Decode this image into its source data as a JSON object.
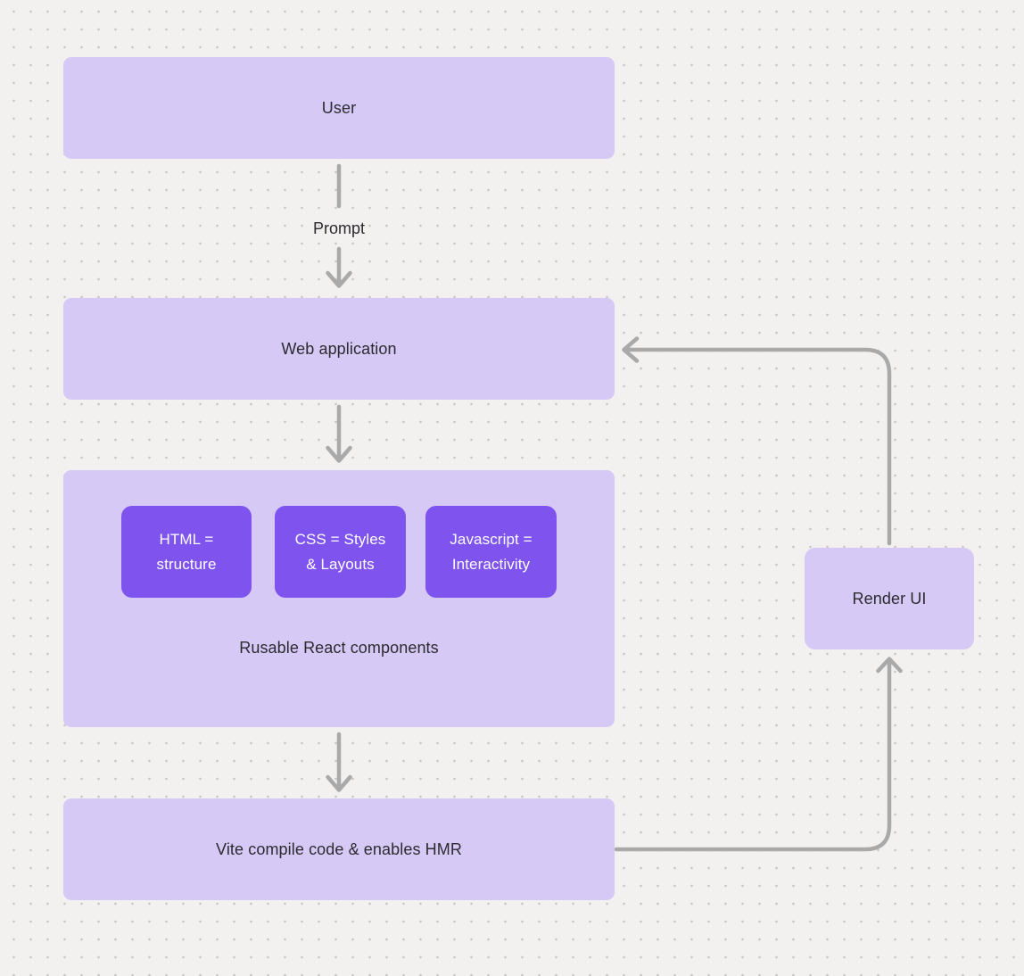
{
  "diagram": {
    "nodes": {
      "user": {
        "label": "User"
      },
      "web_application": {
        "label": "Web application"
      },
      "components_group": {
        "caption": "Rusable React components",
        "children": [
          {
            "label": "HTML =\nstructure"
          },
          {
            "label": "CSS = Styles\n& Layouts"
          },
          {
            "label": "Javascript =\nInteractivity"
          }
        ]
      },
      "vite": {
        "label": "Vite compile code & enables HMR"
      },
      "render_ui": {
        "label": "Render UI"
      }
    },
    "edge_labels": {
      "prompt": "Prompt"
    },
    "colors": {
      "background": "#f2f1ef",
      "dot": "#c9c6c3",
      "node_light": "#d6c9f6",
      "node_dark": "#7e53ee",
      "connector": "#a9a9a9",
      "text_dark": "#2b2b30",
      "text_light": "#ffffff"
    }
  }
}
